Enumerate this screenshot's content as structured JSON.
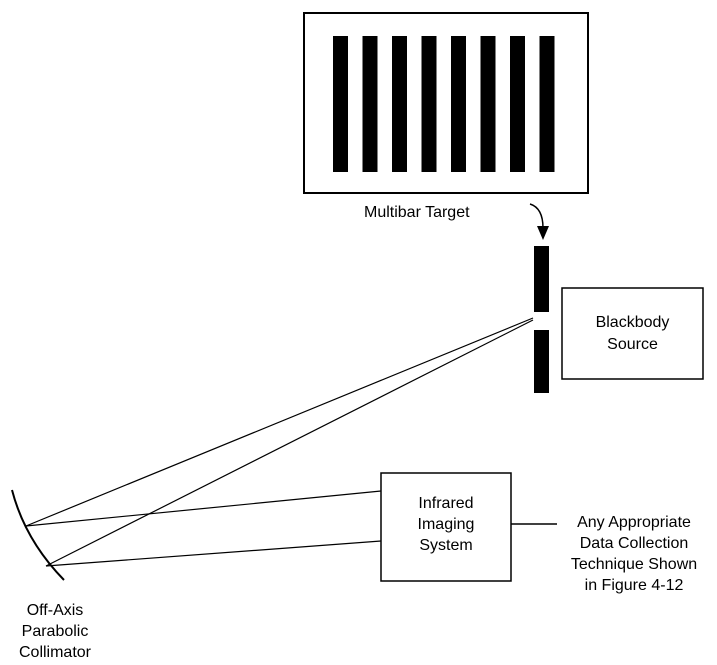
{
  "labels": {
    "multibar_target": "Multibar Target",
    "blackbody_line1": "Blackbody",
    "blackbody_line2": "Source",
    "infrared_line1": "Infrared",
    "infrared_line2": "Imaging",
    "infrared_line3": "System",
    "data_line1": "Any Appropriate",
    "data_line2": "Data Collection",
    "data_line3": "Technique Shown",
    "data_line4": "in Figure 4-12",
    "collimator_line1": "Off-Axis",
    "collimator_line2": "Parabolic",
    "collimator_line3": "Collimator"
  },
  "multibar_target": {
    "bar_count": 8
  }
}
